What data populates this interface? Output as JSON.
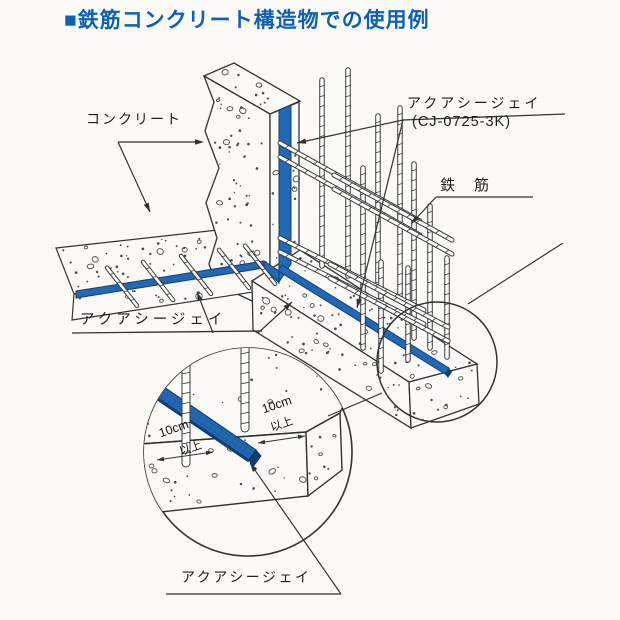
{
  "title": "■鉄筋コンクリート構造物での使用例",
  "figure": {
    "labels": {
      "concrete": "コンクリート",
      "product_name_top": "アクアシージェイ",
      "product_code": "(CJ-0725-3K)",
      "rebar": "鉄　筋",
      "product_name_left": "アクアシージェイ",
      "product_name_bottom": "アクアシージェイ"
    },
    "detail": {
      "clearance_left_value": "10cm",
      "clearance_left_unit": "以上",
      "clearance_right_value": "10cm",
      "clearance_right_unit": "以上"
    },
    "colors": {
      "title_blue": "#0d60b4",
      "waterstop_blue": "#2268b4",
      "waterstop_dark": "#123f73",
      "line_dark": "#333333",
      "paper": "#fbfaf6"
    }
  }
}
